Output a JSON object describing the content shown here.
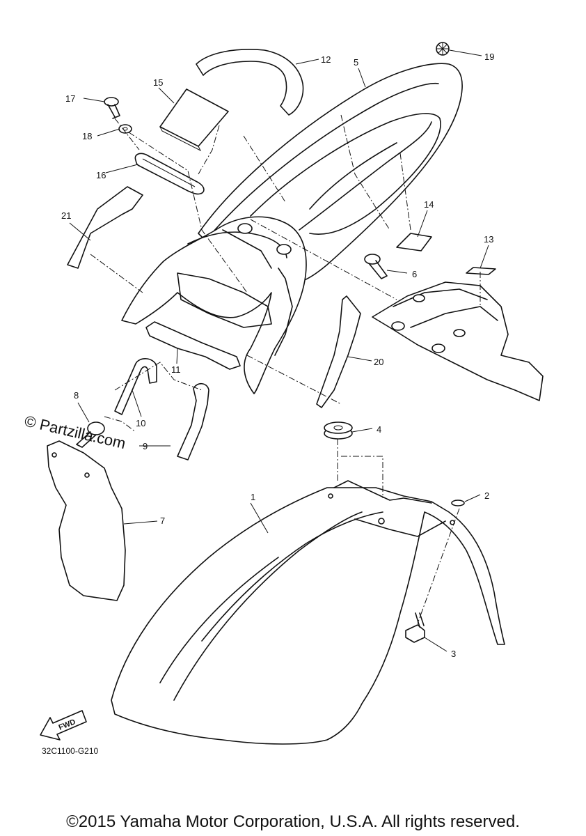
{
  "callouts": [
    "1",
    "2",
    "3",
    "4",
    "5",
    "6",
    "7",
    "8",
    "9",
    "10",
    "11",
    "12",
    "13",
    "14",
    "15",
    "16",
    "17",
    "18",
    "19",
    "20",
    "21"
  ],
  "watermark": "© Partzilla.com",
  "diagram_code": "32C1100-G210",
  "fwd_label": "FWD",
  "copyright": "©2015 Yamaha Motor Corporation, U.S.A. All rights reserved."
}
